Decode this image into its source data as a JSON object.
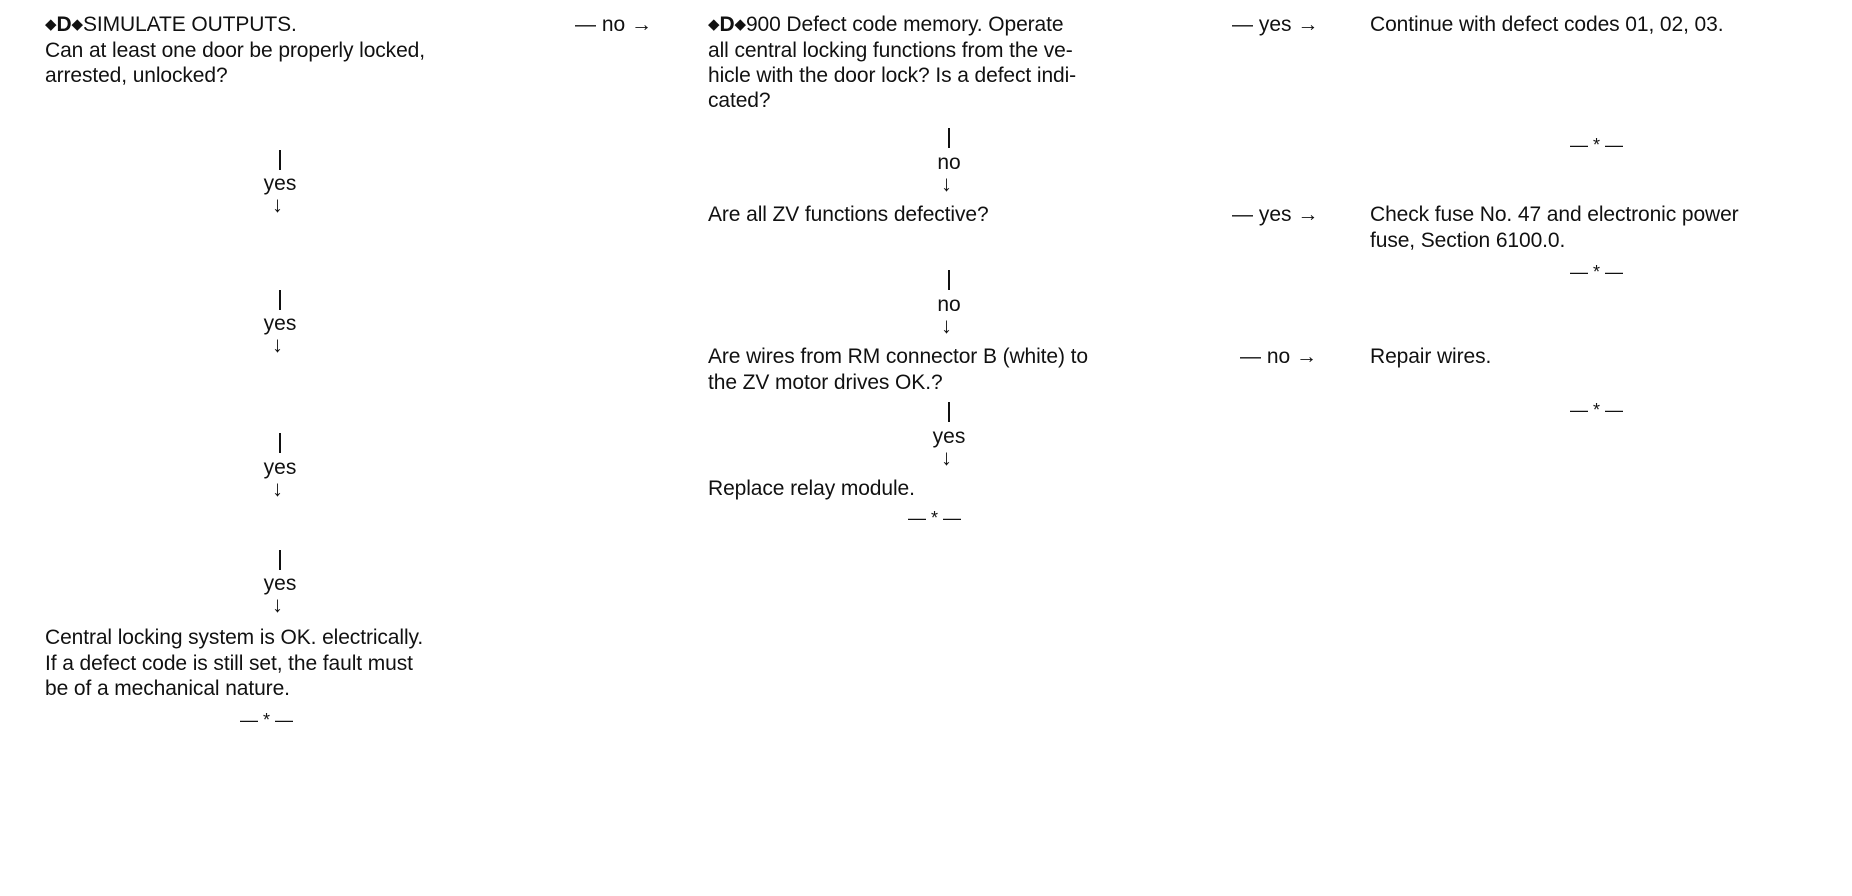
{
  "column1": {
    "heading": {
      "marker": "D",
      "text": "SIMULATE OUTPUTS."
    },
    "question_lines": [
      "Can at least one door be properly locked,",
      "arrested, unlocked?"
    ],
    "flow_labels": [
      "yes",
      "yes",
      "yes",
      "yes"
    ],
    "result_lines": [
      "Central locking system is OK. electrically.",
      "If a defect code is still set, the fault must",
      "be of a mechanical nature."
    ],
    "end_mark": "— * —"
  },
  "connector_1_to_2": "— no →",
  "column2": {
    "heading": {
      "marker": "D",
      "text_lines": [
        "900 Defect code memory. Operate",
        "all central locking functions from the ve-",
        "hicle with the door lock? Is a defect indi-",
        "cated?"
      ]
    },
    "flow_label_1": "no",
    "question2": "Are all ZV functions defective?",
    "flow_label_2": "no",
    "question3_lines": [
      "Are wires from RM connector B (white) to",
      "the ZV motor drives OK.?"
    ],
    "flow_label_3": "yes",
    "result": "Replace relay module.",
    "end_mark": "— * —"
  },
  "connectors_2_to_3": {
    "c1": "— yes →",
    "c2": "— yes →",
    "c3": "— no →"
  },
  "column3": {
    "result1": "Continue with defect codes 01, 02, 03.",
    "end_mark_1": "— * —",
    "result2_lines": [
      "Check fuse No. 47 and electronic power",
      "fuse, Section 6100.0."
    ],
    "end_mark_2": "— * —",
    "result3": "Repair wires.",
    "end_mark_3": "— * —"
  }
}
